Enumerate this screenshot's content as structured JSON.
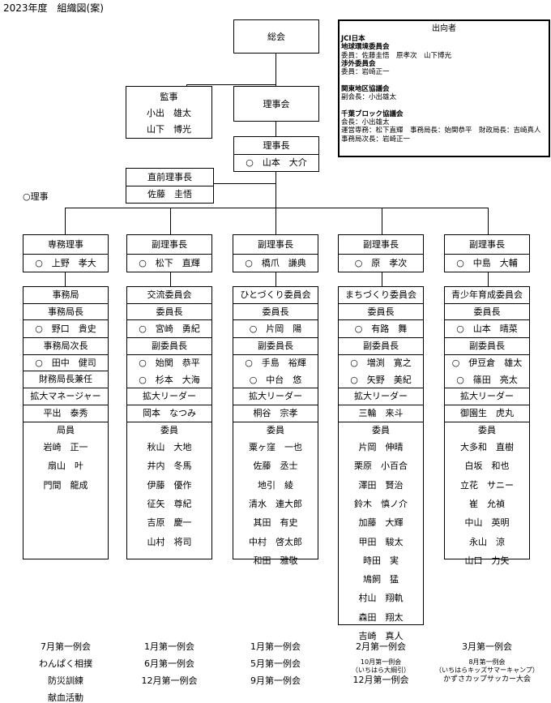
{
  "title": "2023年度　組織図(案)",
  "general_meeting": "総会",
  "board": "理事会",
  "auditors": {
    "title": "監事",
    "members": [
      "小出　雄太",
      "山下　博光"
    ]
  },
  "president": {
    "title": "理事長",
    "name": "○　山本　大介"
  },
  "past_president": {
    "title": "直前理事長",
    "name": "佐藤　圭悟"
  },
  "legend": "○理事",
  "attendees": {
    "title": "出向者",
    "lines": [
      "JCI日本",
      "地球環境委員会",
      "委員：佐藤圭悟　原孝次　山下博光",
      "渉外委員会",
      "委員：岩崎正一",
      "",
      "関東地区協議会",
      "副会長：小出雄太",
      "",
      "千葉ブロック協議会",
      "会長：小出雄太",
      "運営専務：松下直輝　事務局長：始関恭平　財政局長：吉崎真人",
      "事務局次長：岩崎正一"
    ]
  },
  "columns": [
    {
      "officer": {
        "title": "専務理事",
        "name": "○　上野　孝大"
      },
      "committee": "事務局",
      "head_title": "事務局長",
      "head": "○　野口　貴史",
      "deputy_title": "事務局次長",
      "deputies": [
        "○　田中　健司"
      ],
      "extra_title": "財務局長兼任",
      "extra2_title": "拡大マネージャー",
      "extra_name": "平出　泰秀",
      "members_title": "局員",
      "members": [
        "岩崎　正一",
        "扇山　叶",
        "門間　龍成"
      ],
      "events": [
        "7月第一例会",
        "わんぱく相撲",
        "防災訓練",
        "献血活動"
      ]
    },
    {
      "officer": {
        "title": "副理事長",
        "name": "○　松下　直輝"
      },
      "committee": "交流委員会",
      "head_title": "委員長",
      "head": "○　宮崎　勇紀",
      "deputy_title": "副委員長",
      "deputies": [
        "○　始関　恭平",
        "○　杉本　大海"
      ],
      "extra_title": "拡大リーダー",
      "extra_name": "岡本　なつみ",
      "members_title": "委員",
      "members": [
        "秋山　大地",
        "井内　冬馬",
        "伊藤　優作",
        "征矢　尊紀",
        "吉原　慶一",
        "山村　将司"
      ],
      "events": [
        "1月第一例会",
        "6月第一例会",
        "12月第一例会"
      ]
    },
    {
      "officer": {
        "title": "副理事長",
        "name": "○　橋爪　謙典"
      },
      "committee": "ひとづくり委員会",
      "head_title": "委員長",
      "head": "○　片岡　陽",
      "deputy_title": "副委員長",
      "deputies": [
        "○　手島　裕輝",
        "○　中台　悠"
      ],
      "extra_title": "拡大リーダー",
      "extra_name": "桐谷　宗孝",
      "members_title": "委員",
      "members": [
        "粟ヶ窪　一也",
        "佐藤　丞士",
        "地引　綾",
        "清水　連大郎",
        "其田　有史",
        "中村　啓太郎",
        "和田　雅敬"
      ],
      "events": [
        "1月第一例会",
        "5月第一例会",
        "9月第一例会"
      ]
    },
    {
      "officer": {
        "title": "副理事長",
        "name": "○　原　孝次"
      },
      "committee": "まちづくり委員会",
      "head_title": "委員長",
      "head": "○　有路　舞",
      "deputy_title": "副委員長",
      "deputies": [
        "○　増渕　寛之",
        "○　矢野　美紀"
      ],
      "extra_title": "拡大リーダー",
      "extra_name": "三輪　来斗",
      "members_title": "委員",
      "members": [
        "片岡　伸晴",
        "栗原　小百合",
        "澤田　賢治",
        "鈴木　慎ノ介",
        "加藤　大輝",
        "甲田　駿太",
        "時田　実",
        "鳩飼　猛",
        "村山　翔軌",
        "森田　翔太",
        "吉崎　真人"
      ],
      "events": [
        "2月第一例会",
        "10月第一例会",
        "（いちはら大綱引）",
        "12月第一例会"
      ]
    },
    {
      "officer": {
        "title": "副理事長",
        "name": "○　中島　大輔"
      },
      "committee": "青少年育成委員会",
      "head_title": "委員長",
      "head": "○　山本　晴菜",
      "deputy_title": "副委員長",
      "deputies": [
        "○　伊豆倉　雄太",
        "○　篠田　亮太"
      ],
      "extra_title": "拡大リーダー",
      "extra_name": "御園生　虎丸",
      "members_title": "委員",
      "members": [
        "大多和　直樹",
        "白坂　和也",
        "立花　サニー",
        "崔　允禎",
        "中山　英明",
        "永山　涼",
        "山口　力矢"
      ],
      "events": [
        "3月第一例会",
        "8月第一例会",
        "（いちはらキッズサマーキャンプ）",
        "かずさカップサッカー大会"
      ]
    }
  ]
}
